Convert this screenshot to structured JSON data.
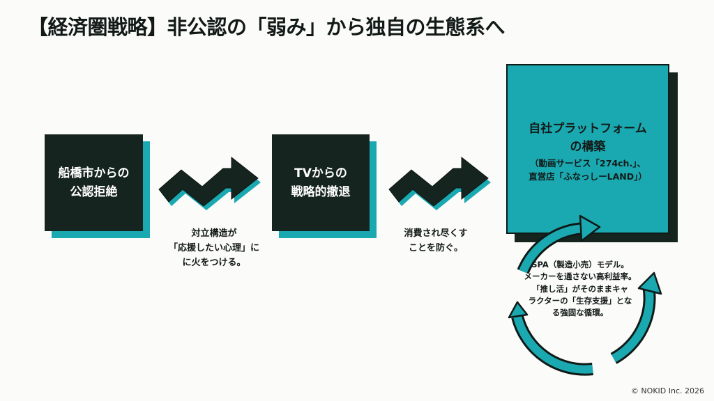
{
  "title": "【経済圏戦略】非公認の「弱み」から独自の生態系へ",
  "steps": [
    {
      "label_lines": [
        "船橋市からの",
        "公認拒絶"
      ]
    },
    {
      "label_lines": [
        "TVからの",
        "戦略的撤退"
      ]
    }
  ],
  "captions": [
    {
      "lines": [
        "対立構造が",
        "「応援したい心理」に",
        "に火をつける。"
      ]
    },
    {
      "lines": [
        "消費され尽くす",
        "ことを防ぐ。"
      ]
    }
  ],
  "platform": {
    "heading_lines": [
      "自社プラットフォーム",
      "の構築"
    ],
    "sub_lines": [
      "（動画サービス「274ch.」、",
      "直営店「ふなっしーLAND」）"
    ]
  },
  "cycle": {
    "lines": [
      "SPA（製造小売）モデル。",
      "メーカーを通さない高利益率。",
      "「推し活」がそのままキャ",
      "ラクターの「生存支援」とな",
      "る強固な循環。"
    ]
  },
  "copyright": "© NOKID Inc. 2026",
  "colors": {
    "dark": "#162420",
    "teal": "#1ba9b1"
  }
}
